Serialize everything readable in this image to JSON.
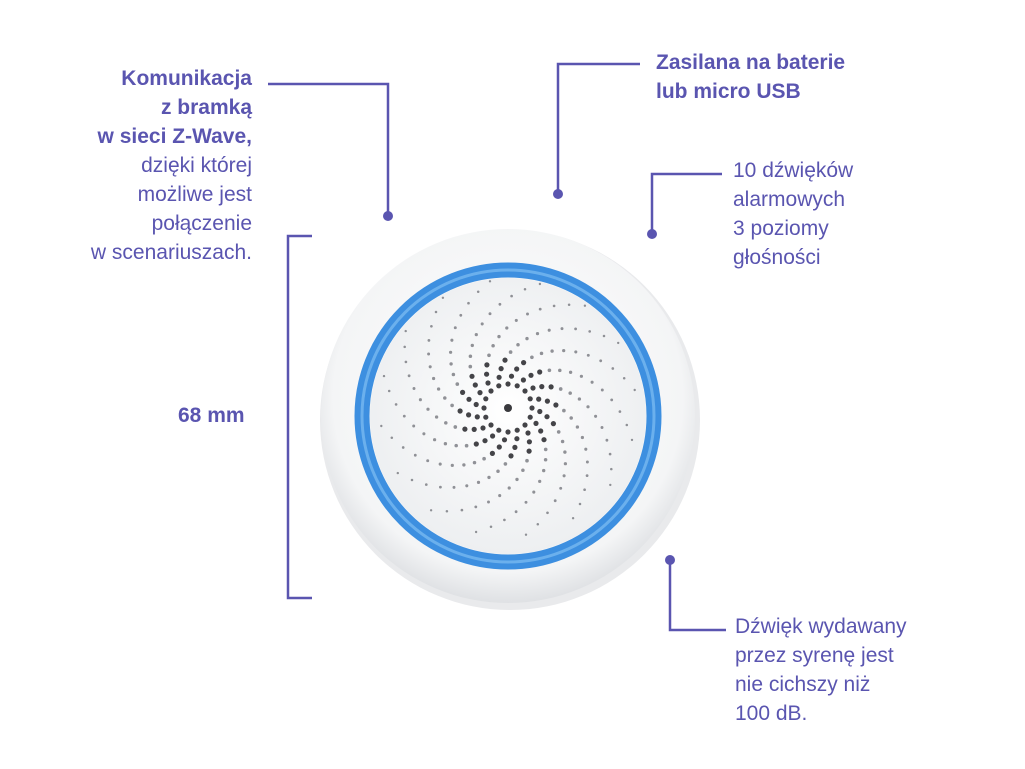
{
  "colors": {
    "accent": "#5a55b0",
    "ring_blue": "#3d8fe0",
    "body_white": "#f6f7f8",
    "hole": "#3a3a3e"
  },
  "callouts": {
    "zwave": {
      "bold_lines": [
        "Komunikacja",
        "z bramką",
        "w sieci Z-Wave,"
      ],
      "lines": [
        "dzięki której",
        "możliwe jest",
        "połączenie",
        "w scenariuszach."
      ]
    },
    "power": {
      "bold_lines": [
        "Zasilana na baterie",
        "lub micro USB"
      ]
    },
    "sounds": {
      "lines": [
        "10 dźwięków",
        "alarmowych",
        "3 poziomy",
        "głośności"
      ]
    },
    "dimension": {
      "value": "68 mm"
    },
    "loudness": {
      "lines": [
        "Dźwięk wydawany",
        "przez syrenę jest",
        "nie cichszy niż",
        "100 dB."
      ]
    }
  },
  "device": {
    "icon": "siren-speaker-icon"
  }
}
